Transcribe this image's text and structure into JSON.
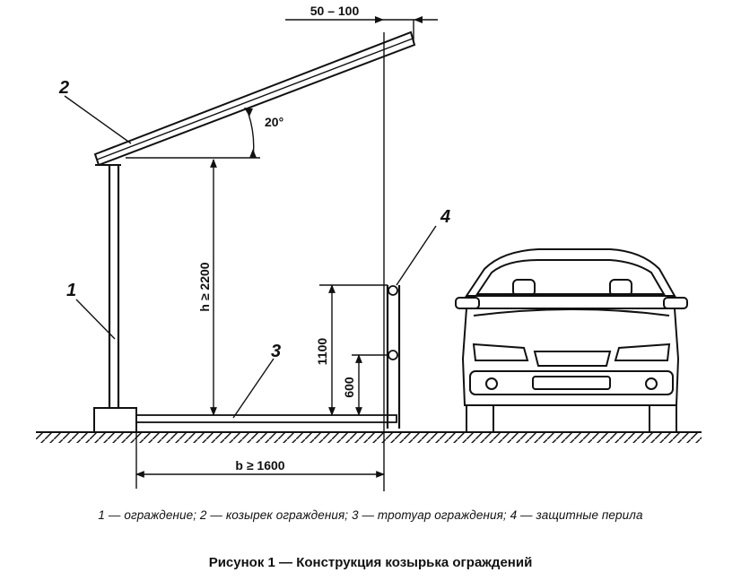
{
  "callouts": {
    "one": "1",
    "two": "2",
    "three": "3",
    "four": "4"
  },
  "dimensions": {
    "gap": "50 – 100",
    "angle": "20°",
    "height": "h ≥ 2200",
    "rail_high": "1100",
    "rail_low": "600",
    "width": "b ≥ 1600"
  },
  "legend": [
    {
      "num": "1",
      "text": " — ограждение; "
    },
    {
      "num": "2",
      "text": " — козырек ограждения; "
    },
    {
      "num": "3",
      "text": " — тротуар ограждения; "
    },
    {
      "num": "4",
      "text": " — защитные перила"
    }
  ],
  "caption": "Рисунок 1 — Конструкция козырька ограждений"
}
